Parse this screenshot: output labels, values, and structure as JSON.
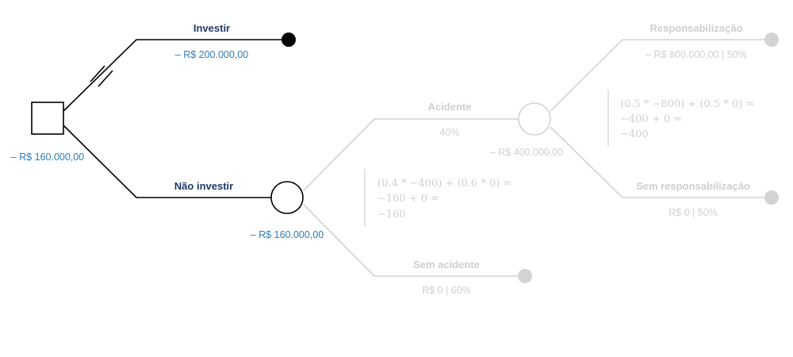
{
  "colors": {
    "active_line": "#000000",
    "title": "#1f3a68",
    "value": "#2e7cb8",
    "faded": "#d3d3d3",
    "faded_text": "#cfcfcf"
  },
  "decision": {
    "value": "– R$ 160.000,00"
  },
  "invest": {
    "label": "Investir",
    "value": "– R$ 200.000,00"
  },
  "not_invest": {
    "label": "Não investir",
    "chance_value": "– R$ 160.000,00",
    "calc": [
      "(0.4 * −400) + (0.6 * 0) =",
      "−160 + 0 =",
      "−160"
    ]
  },
  "accident": {
    "label": "Acidente",
    "prob": "40%",
    "chance_value": "– R$ 400.000,00",
    "calc": [
      "(0.5 * −800) + (0.5 * 0) =",
      "−400 + 0 =",
      "−400"
    ]
  },
  "no_accident": {
    "label": "Sem acidente",
    "value": "R$ 0 | 60%"
  },
  "liability": {
    "label": "Responsabilização",
    "value": "– R$ 800.000,00 | 50%"
  },
  "no_liability": {
    "label": "Sem responsabilização",
    "value": "R$ 0 | 50%"
  }
}
